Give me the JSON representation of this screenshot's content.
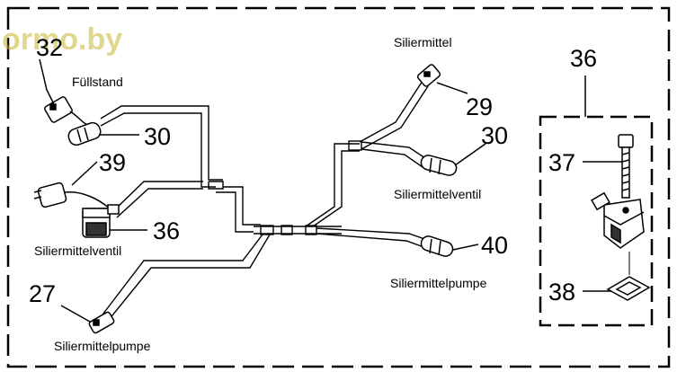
{
  "watermark": "ormo.by",
  "callouts": {
    "n32": "32",
    "n30_left": "30",
    "n39": "39",
    "n36_left": "36",
    "n27": "27",
    "n29": "29",
    "n30_right": "30",
    "n40": "40",
    "n36_detail": "36",
    "n37": "37",
    "n38": "38"
  },
  "labels": {
    "fuellstand": "Füllstand",
    "siliermittel": "Siliermittel",
    "siliermittelventil_right": "Siliermittelventil",
    "siliermittelventil_left": "Siliermittelventil",
    "siliermittelpumpe_right": "Siliermittelpumpe",
    "siliermittelpumpe_left": "Siliermittelpumpe"
  },
  "colors": {
    "line": "#000000",
    "background": "#ffffff",
    "watermark": "#c9b830"
  }
}
